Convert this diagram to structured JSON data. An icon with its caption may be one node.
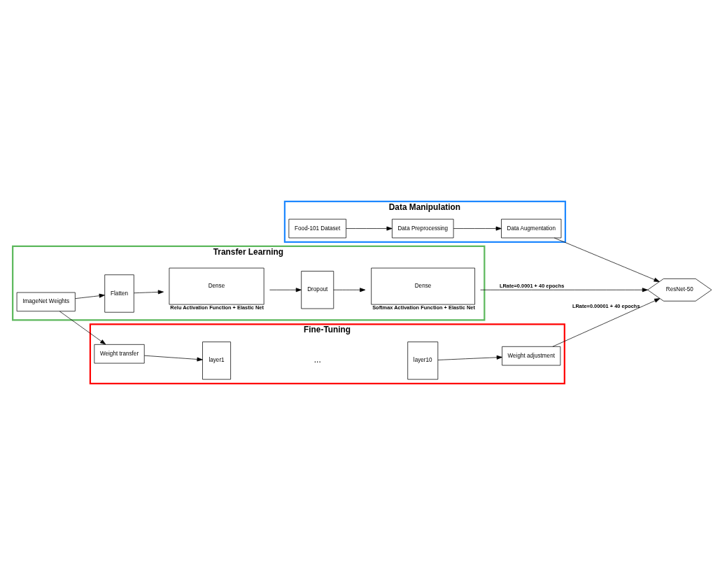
{
  "diagram": {
    "nodes": [
      {
        "text": [
          "Data Manipulation"
        ]
      },
      {
        "text": [
          "Food-101 Dataset"
        ],
        "in": 0
      },
      {
        "text": [
          "Data Preprocessing"
        ],
        "in": 0
      },
      {
        "text": [
          "Data Augmentation"
        ],
        "in": 0
      },
      {
        "text": [
          "Transfer Learning"
        ]
      },
      {
        "text": [
          "ImageNet Weights"
        ],
        "in": 4
      },
      {
        "text": [
          "Flatten"
        ],
        "in": 4
      },
      {
        "text": [
          "Dense"
        ],
        "in": 4,
        "beside": [
          "Relu Activation Function + Elastic Net"
        ]
      },
      {
        "text": [
          "Dropout"
        ],
        "in": 4
      },
      {
        "text": [
          "Dense"
        ],
        "in": 4,
        "beside": [
          "Softmax Activation Function + Elastic Net"
        ]
      },
      {
        "text": [
          "Fine-Tuning"
        ]
      },
      {
        "text": [
          "Weight transfer"
        ],
        "in": 10
      },
      {
        "text": [
          "layer1"
        ],
        "in": 10
      },
      {
        "text": [
          "layer10"
        ],
        "in": 10
      },
      {
        "text": [
          "Weight adjustment"
        ],
        "in": 10
      },
      {
        "text": [
          "ResNet-50"
        ]
      }
    ],
    "edges": [
      {
        "from": 1,
        "to": 2,
        "arrow": "to"
      },
      {
        "from": 2,
        "to": 3,
        "arrow": "to"
      },
      {
        "from": 3,
        "to": 15,
        "arrow": "to"
      },
      {
        "from": 5,
        "to": 6,
        "arrow": "to"
      },
      {
        "from": 6,
        "to": 7,
        "arrow": "to"
      },
      {
        "from": 7,
        "to": 8,
        "arrow": "to"
      },
      {
        "from": 8,
        "to": 9,
        "arrow": "to"
      },
      {
        "from": 9,
        "to": 15,
        "arrow": "to",
        "label": "LRate=0.0001 + 40 epochs"
      },
      {
        "from": 5,
        "to": 11,
        "arrow": "to"
      },
      {
        "from": 11,
        "to": 12,
        "arrow": "to"
      },
      {
        "from": 13,
        "to": 14,
        "arrow": "to"
      },
      {
        "from": 14,
        "to": 15,
        "arrow": "to",
        "label": "LRate=0.00001 + 40 epochs"
      }
    ],
    "labels": [
      "..."
    ]
  }
}
